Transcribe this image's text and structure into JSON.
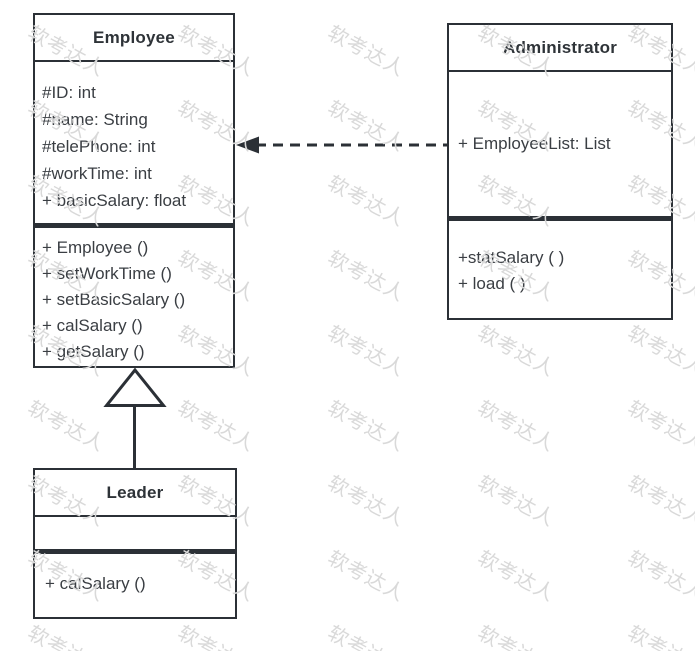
{
  "diagram": {
    "type": "uml-class-diagram",
    "classes": [
      {
        "name": "Employee",
        "attributes": [
          "#ID: int",
          "#name: String",
          "#telePhone: int",
          "#workTime: int",
          "+ basicSalary: float"
        ],
        "methods": [
          "+ Employee ()",
          "+ setWorkTime ()",
          "+ setBasicSalary ()",
          "+ calSalary ()",
          "+ getSalary ()"
        ]
      },
      {
        "name": "Administrator",
        "attributes": [
          "+ EmployeeList: List"
        ],
        "methods": [
          "+statSalary ( )",
          "+ load ( )"
        ]
      },
      {
        "name": "Leader",
        "attributes": [],
        "methods": [
          "+ calSalary ()"
        ]
      }
    ],
    "relationships": [
      {
        "type": "dependency",
        "from": "Administrator",
        "to": "Employee",
        "line": "dashed",
        "arrowhead": "filled-arrow"
      },
      {
        "type": "generalization",
        "from": "Leader",
        "to": "Employee",
        "line": "solid",
        "arrowhead": "hollow-triangle"
      }
    ],
    "colors": {
      "line": "#2b3036",
      "text": "#3a3e43",
      "watermark": "#d9d9d9",
      "background": "#ffffff"
    }
  },
  "watermark": {
    "text": "软考达人",
    "rotation_deg": 28,
    "grid": {
      "columns": [
        37,
        187,
        337,
        487,
        637
      ],
      "rows": [
        17,
        92,
        167,
        242,
        317,
        392,
        467,
        542,
        617
      ]
    }
  }
}
